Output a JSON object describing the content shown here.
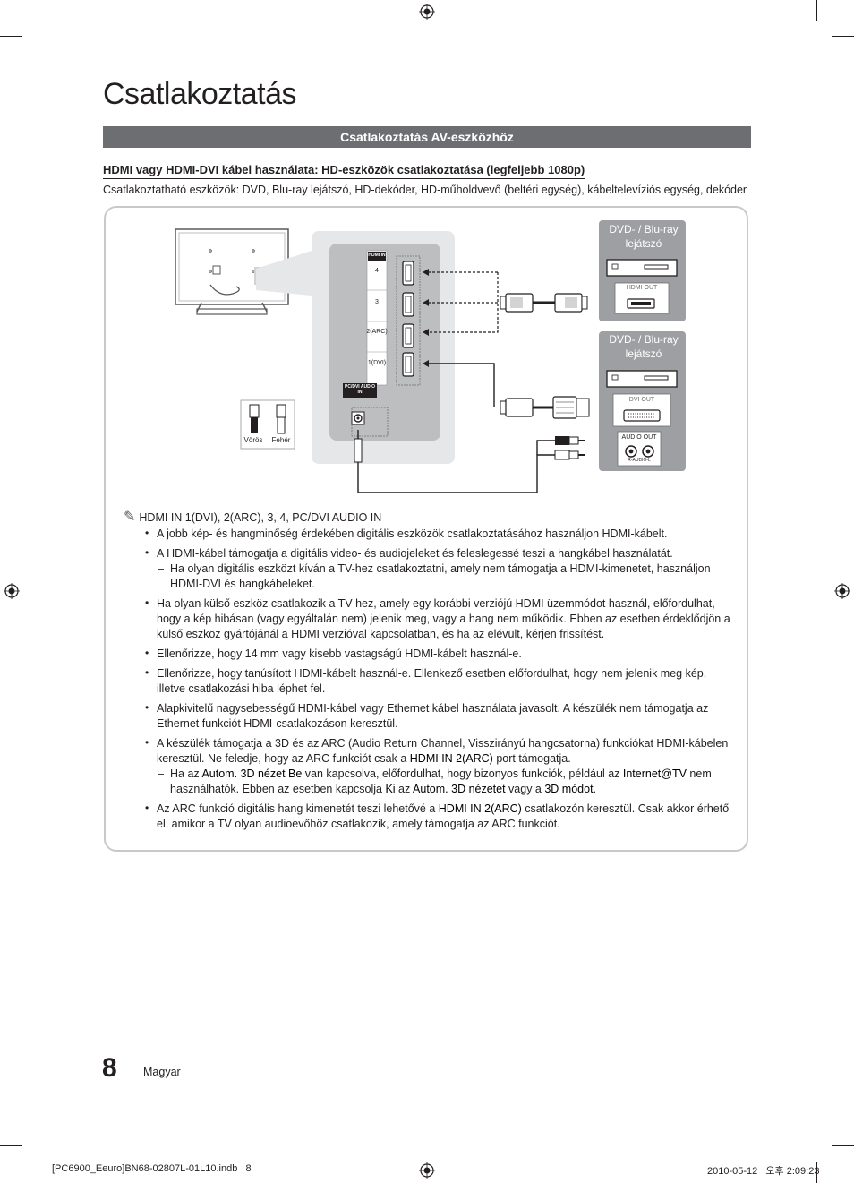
{
  "page": {
    "title": "Csatlakoztatás",
    "section": "Csatlakoztatás AV-eszközhöz",
    "subheading": "HDMI vagy HDMI-DVI kábel használata: HD-eszközök csatlakoztatása (legfeljebb 1080p)",
    "devices_line": "Csatlakoztatható eszközök: DVD, Blu-ray lejátszó, HD-dekóder, HD-műholdvevő (beltéri egység), kábeltelevíziós egység, dekóder"
  },
  "diagram": {
    "device1_label": "DVD- / Blu-ray lejátszó",
    "device1_port": "HDMI OUT",
    "device2_label": "DVD- / Blu-ray lejátszó",
    "device2_port_dvi": "DVI OUT",
    "device2_port_audio": "AUDIO OUT",
    "device2_audio_sub": "R-AUDIO-L",
    "tv_hdmi_header": "HDMI IN",
    "tv_port_4": "4",
    "tv_port_3": "3",
    "tv_port_2": "2(ARC)",
    "tv_port_1": "1(DVI)",
    "tv_pc_audio": "PC/DVI AUDIO IN",
    "legend_red": "Vörös",
    "legend_white": "Fehér"
  },
  "notes": {
    "heading": "HDMI IN 1(DVI), 2(ARC), 3, 4, PC/DVI AUDIO IN",
    "b1": "A jobb kép- és hangminőség érdekében digitális eszközök csatlakoztatásához használjon HDMI-kábelt.",
    "b2": "A HDMI-kábel támogatja a digitális video- és audiojeleket és feleslegessé teszi a hangkábel használatát.",
    "b2_sub": "Ha olyan digitális eszközt kíván a TV-hez csatlakoztatni, amely nem támogatja a HDMI-kimenetet, használjon HDMI-DVI és hangkábeleket.",
    "b3": "Ha olyan külső eszköz csatlakozik a TV-hez, amely egy korábbi verziójú HDMI üzemmódot használ, előfordulhat, hogy a kép hibásan (vagy egyáltalán nem) jelenik meg, vagy a hang nem működik. Ebben az esetben érdeklődjön a külső eszköz gyártójánál a HDMI verzióval kapcsolatban, és ha az elévült, kérjen frissítést.",
    "b4": "Ellenőrizze, hogy 14 mm vagy kisebb vastagságú HDMI-kábelt használ-e.",
    "b5": "Ellenőrizze, hogy tanúsított HDMI-kábelt használ-e. Ellenkező esetben előfordulhat, hogy nem jelenik meg kép, illetve csatlakozási hiba léphet fel.",
    "b6": "Alapkivitelű nagysebességű HDMI-kábel vagy Ethernet kábel használata javasolt. A készülék nem támogatja az Ethernet funkciót HDMI-csatlakozáson keresztül.",
    "b7_a": "A készülék támogatja a 3D és az ARC (Audio Return Channel, Visszirányú hangcsatorna) funkciókat HDMI-kábelen keresztül. Ne feledje, hogy az ARC funkciót csak a ",
    "b7_b": "HDMI IN 2(ARC)",
    "b7_c": " port támogatja.",
    "b7_sub_1": "Ha az ",
    "b7_sub_2": "Autom. 3D nézet Be",
    "b7_sub_3": " van kapcsolva, előfordulhat, hogy bizonyos funkciók, például az ",
    "b7_sub_4": "Internet@TV",
    "b7_sub_5": " nem használhatók. Ebben az esetben kapcsolja ",
    "b7_sub_6": "Ki",
    "b7_sub_7": " az ",
    "b7_sub_8": "Autom. 3D nézetet",
    "b7_sub_9": " vagy a ",
    "b7_sub_10": "3D módot",
    "b7_sub_11": ".",
    "b8_a": "Az ARC funkció digitális hang kimenetét teszi lehetővé a ",
    "b8_b": "HDMI IN 2(ARC)",
    "b8_c": " csatlakozón keresztül. Csak akkor érhető el, amikor a TV olyan audioevőhöz csatlakozik, amely támogatja az ARC funkciót."
  },
  "footer": {
    "page_number": "8",
    "language": "Magyar",
    "file": "[PC6900_Eeuro]BN68-02807L-01L10.indb   8",
    "date": "2010-05-12   오후 2:09:23"
  },
  "colors": {
    "section_bar": "#6d6e71",
    "device_box": "#9d9fa2",
    "tv_panel": "#d1d3d4",
    "panel_border": "#c9c9c9"
  }
}
